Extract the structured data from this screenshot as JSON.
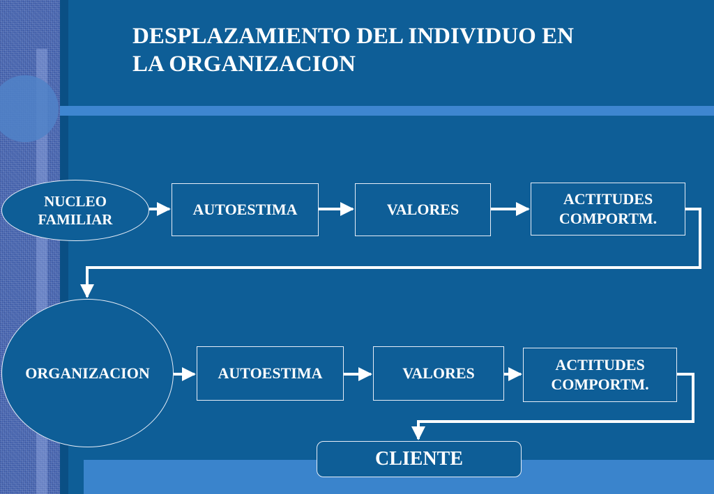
{
  "title": "DESPLAZAMIENTO DEL INDIVIDUO EN\nLA ORGANIZACION",
  "row1": {
    "origin": "NUCLEO\nFAMILIAR",
    "autoestima": "AUTOESTIMA",
    "valores": "VALORES",
    "actitudes": "ACTITUDES\nCOMPORTM."
  },
  "row2": {
    "origin": "ORGANIZACION",
    "autoestima": "AUTOESTIMA",
    "valores": "VALORES",
    "actitudes": "ACTITUDES\nCOMPORTM."
  },
  "destination": "CLIENTE",
  "colors": {
    "background": "#0e5e97",
    "accent_band": "#3e86d0",
    "stroke": "#ffffff"
  }
}
